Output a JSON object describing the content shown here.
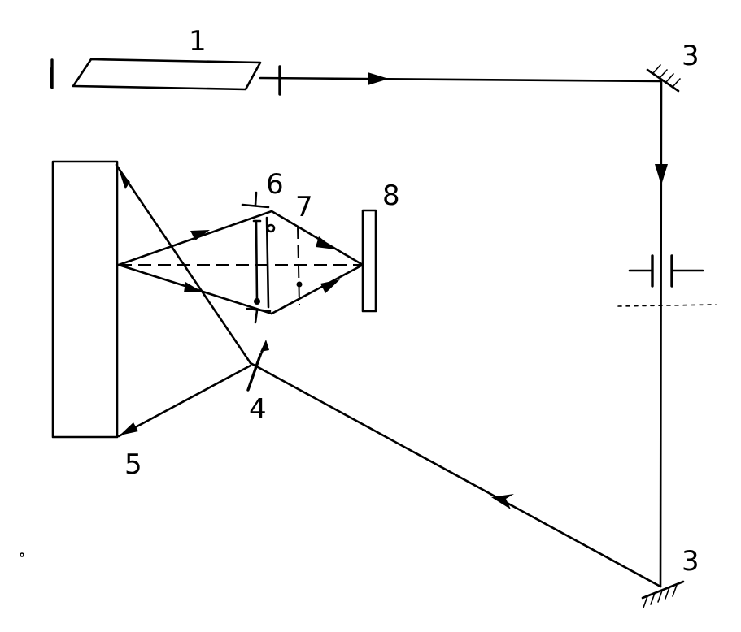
{
  "figure": {
    "labels": {
      "source_end": "I",
      "laser": "1",
      "mirror_top": "3",
      "mirror_bottom": "3",
      "beamsplitter": "4",
      "object_block": "5",
      "lens_6": "6",
      "lens_7": "7",
      "plate_8": "8"
    }
  }
}
